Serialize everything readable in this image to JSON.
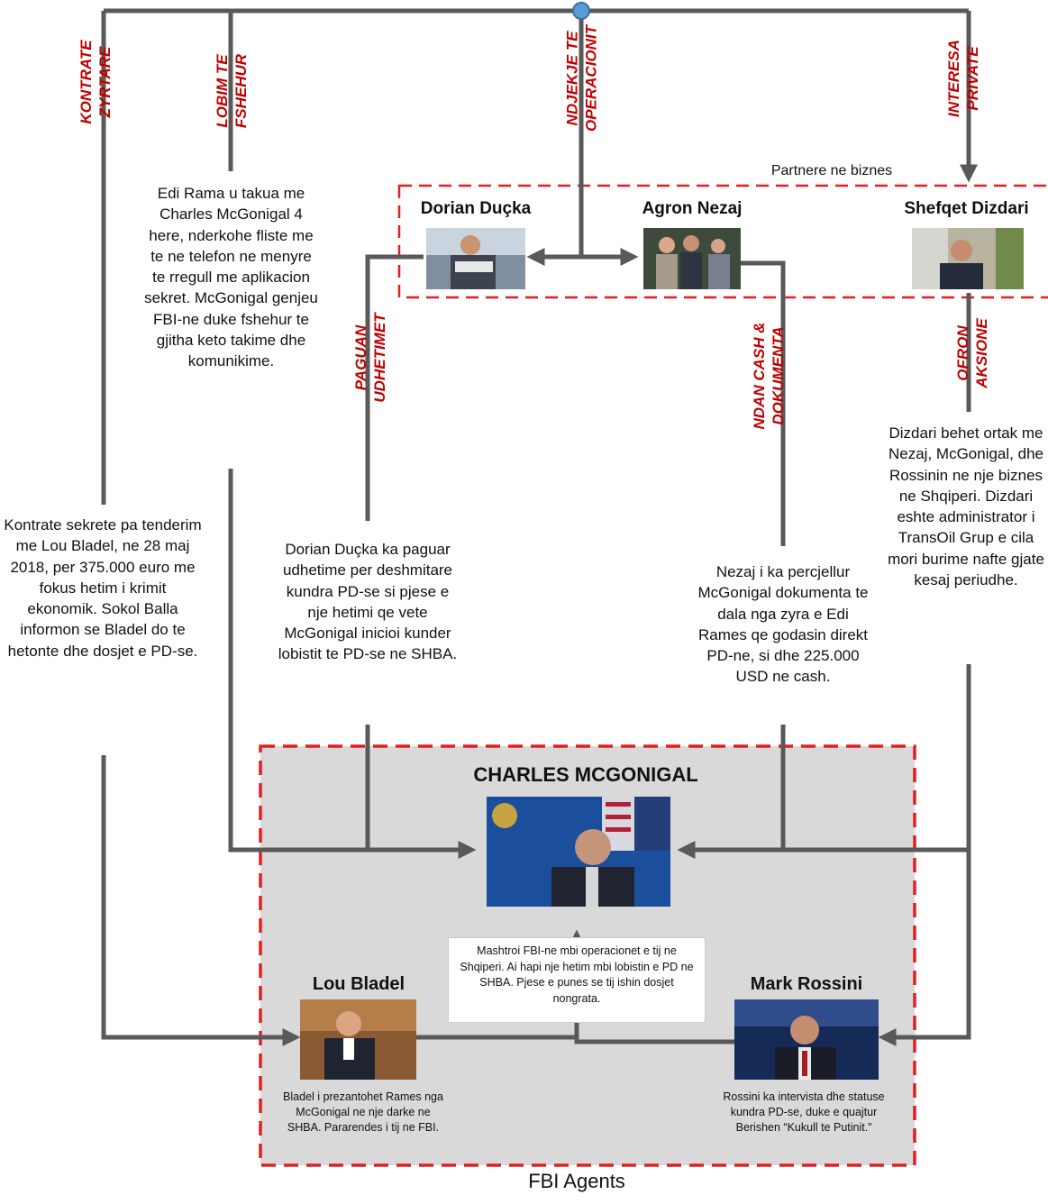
{
  "top_branches": {
    "kontrate": "KONTRATE ZYRTARE",
    "lobim": "LOBIM TE FSHEHUR",
    "ndjekje": "NDJEKJE TE OPERACIONIT",
    "interesa": "INTERESA PRIVATE"
  },
  "partners_label": "Partnere ne biznes",
  "people": {
    "duka": "Dorian Duçka",
    "nezaj": "Agron Nezaj",
    "dizdari": "Shefqet Dizdari",
    "mcgonigal": "CHARLES MCGONIGAL",
    "bladel": "Lou Bladel",
    "rossini": "Mark Rossini"
  },
  "edge_labels": {
    "paguan": "PAGUAN UDHETIMET",
    "ndan": "NDAN CASH & DOKUMENTA",
    "ofron": "OFRON AKSIONE"
  },
  "notes": {
    "lobim": "Edi Rama u takua me Charles McGonigal 4 here, nderkohe fliste me te ne telefon ne menyre te rregull me aplikacion sekret. McGonigal genjeu FBI-ne duke fshehur te gjitha keto takime dhe komunikime.",
    "kontrate": "Kontrate sekrete pa tenderim me Lou Bladel, ne 28 maj 2018, per 375.000 euro me fokus hetim i krimit ekonomik. Sokol Balla informon se Bladel do te hetonte dhe dosjet e PD-se.",
    "duka": "Dorian Duçka ka paguar udhetime per deshmitare kundra PD-se si pjese e nje hetimi qe vete McGonigal inicioi kunder lobistit te PD-se ne SHBA.",
    "nezaj": "Nezaj i ka percjellur McGonigal dokumenta te dala nga zyra e Edi Rames qe godasin direkt PD-ne, si dhe 225.000 USD ne cash.",
    "dizdari": "Dizdari behet ortak me Nezaj, McGonigal, dhe Rossinin ne nje biznes ne Shqiperi. Dizdari eshte administrator i TransOil Grup e cila mori burime nafte gjate kesaj periudhe.",
    "center": "Mashtroi FBI-ne mbi operacionet e tij ne Shqiperi. Ai hapi nje hetim mbi lobistin e PD ne SHBA. Pjese e punes se tij ishin dosjet nongrata.",
    "bladel": "Bladel i prezantohet Rames nga McGonigal ne nje darke ne SHBA. Pararendes i tij ne FBI.",
    "rossini": "Rossini ka intervista dhe statuse kundra PD-se, duke e quajtur Berishen “Kukull te Putinit.”"
  },
  "footer": "FBI Agents",
  "colors": {
    "line": "#595959",
    "accent_red": "#c00000",
    "dash_red": "#e02020",
    "panel_bg": "#d9d9d9",
    "node_blue": "#5b9bd5"
  }
}
